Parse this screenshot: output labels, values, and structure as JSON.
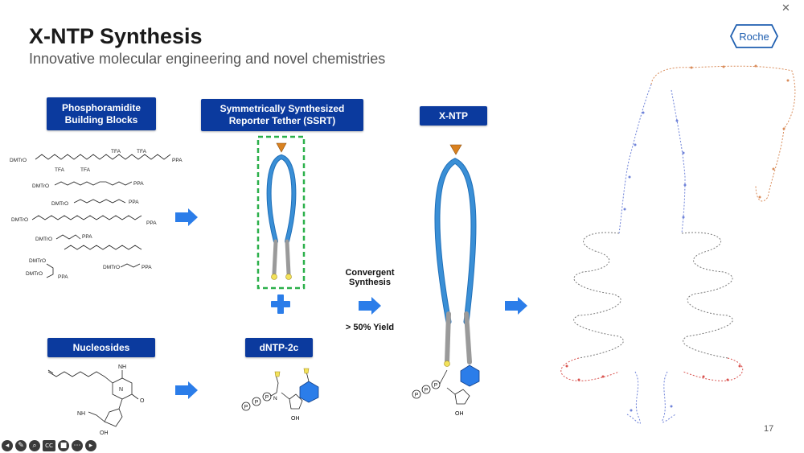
{
  "slide": {
    "title": "X-NTP Synthesis",
    "subtitle": "Innovative molecular engineering and novel chemistries",
    "page_number": "17",
    "logo_text": "Roche"
  },
  "labels": {
    "phosphoramidite": "Phosphoramidite\nBuilding Blocks",
    "ssrt": "Symmetrically Synthesized\nReporter Tether (SSRT)",
    "xntp": "X-NTP",
    "nucleosides": "Nucleosides",
    "dntp": "dNTP-2c"
  },
  "annotations": {
    "convergent": "Convergent\nSynthesis",
    "yield": "> 50% Yield"
  },
  "chem": {
    "dmtro": "DMTrO",
    "ppa": "PPA",
    "tfa": "TFA",
    "nh2": "NH",
    "oh": "OH",
    "n": "N",
    "o": "O",
    "p": "P"
  },
  "controls": {
    "close": "✕",
    "toolbar": [
      "back-icon",
      "pen-icon",
      "search-icon",
      "captions-icon",
      "camera-icon",
      "more-icon",
      "forward-icon"
    ],
    "toolbar_cc": "CC"
  },
  "colors": {
    "label_bg": "#0b3a9e",
    "arrow": "#2b7de9",
    "tether_blue": "#3a8fd6",
    "tether_gray": "#9a9a9a",
    "dashed_green": "#2bb04a",
    "cap_orange": "#d9811f",
    "yellow_end": "#f3e25a",
    "rna_blue": "#6f83d9",
    "rna_orange": "#d98c5a",
    "rna_red": "#d9534f"
  }
}
